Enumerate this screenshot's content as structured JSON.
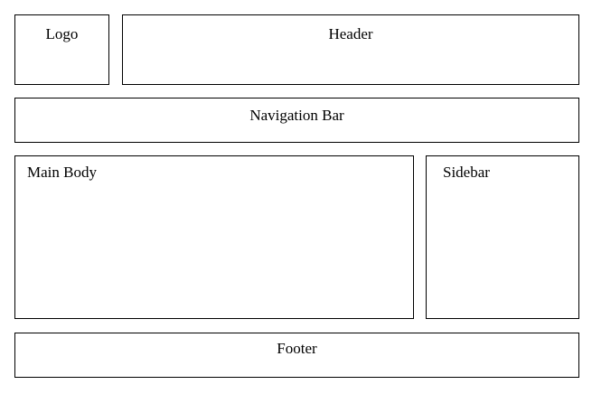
{
  "layout_diagram": {
    "logo": {
      "label": "Logo"
    },
    "header": {
      "label": "Header"
    },
    "navigation_bar": {
      "label": "Navigation Bar"
    },
    "main_body": {
      "label": "Main Body"
    },
    "sidebar": {
      "label": "Sidebar"
    },
    "footer": {
      "label": "Footer"
    }
  }
}
